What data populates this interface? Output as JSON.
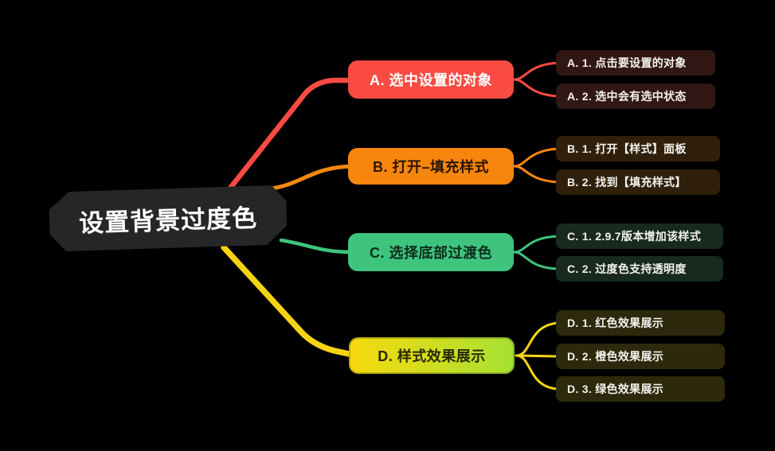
{
  "background_color": "#000000",
  "mindmap": {
    "root": {
      "label": "设置背景过度色",
      "bg_color": "#262626",
      "text_color": "#ffffff"
    },
    "branches": [
      {
        "id": "A",
        "label": "A. 选中设置的对象",
        "color": "#f94b42",
        "text_color": "#ffffff",
        "child_bg_color": "#311713",
        "children": [
          {
            "label": "A. 1. 点击要设置的对象"
          },
          {
            "label": "A. 2. 选中会有选中状态"
          }
        ]
      },
      {
        "id": "B",
        "label": "B. 打开–填充样式",
        "color": "#f7860e",
        "text_color": "#2b1500",
        "child_bg_color": "#30200b",
        "children": [
          {
            "label": "B. 1. 打开【样式】面板"
          },
          {
            "label": "B. 2. 找到【填充样式】"
          }
        ]
      },
      {
        "id": "C",
        "label": "C. 选择底部过渡色",
        "color": "#3ec47d",
        "text_color": "#0e2c1d",
        "child_bg_color": "#182a20",
        "children": [
          {
            "label": "C. 1. 2.9.7版本增加该样式"
          },
          {
            "label": "C. 2. 过度色支持透明度"
          }
        ]
      },
      {
        "id": "D",
        "label": "D. 样式效果展示",
        "color": "#f5d414",
        "gradient_start": "#f8d90e",
        "gradient_end": "#a6e133",
        "text_color": "#2a2800",
        "child_bg_color": "#2d290c",
        "children": [
          {
            "label": "D. 1. 红色效果展示"
          },
          {
            "label": "D. 2. 橙色效果展示"
          },
          {
            "label": "D. 3. 绿色效果展示"
          }
        ]
      }
    ]
  }
}
